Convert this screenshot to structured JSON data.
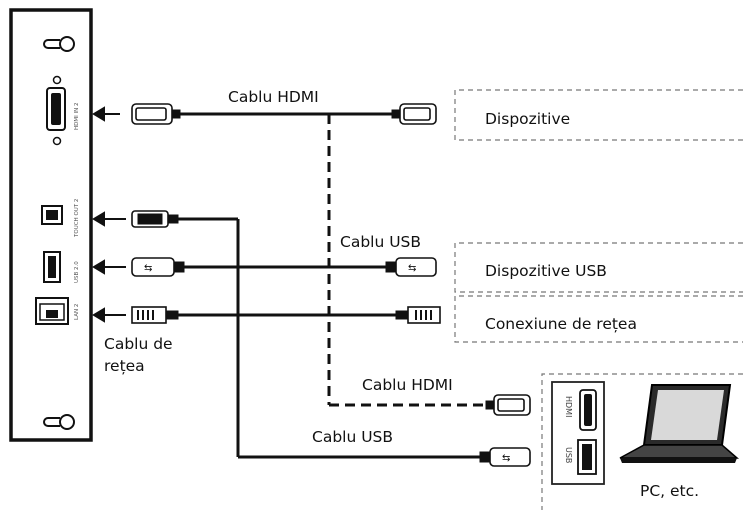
{
  "cables": {
    "hdmi_top": "Cablu HDMI",
    "usb_mid": "Cablu USB",
    "network": "Cablu de",
    "network_line2": "rețea",
    "hdmi_pc": "Cablu HDMI",
    "usb_pc": "Cablu USB"
  },
  "devices": {
    "hdmi": "Dispozitive",
    "usb": "Dispozitive USB",
    "network": "Conexiune de rețea",
    "pc": "PC, etc."
  },
  "ports": {
    "hdmi_in": "HDMI IN 2",
    "touch_out": "TOUCH OUT 2",
    "usb": "USB 2.0",
    "lan": "LAN 2"
  },
  "pc_ports": {
    "hdmi": "HDMI",
    "usb": "USB"
  }
}
